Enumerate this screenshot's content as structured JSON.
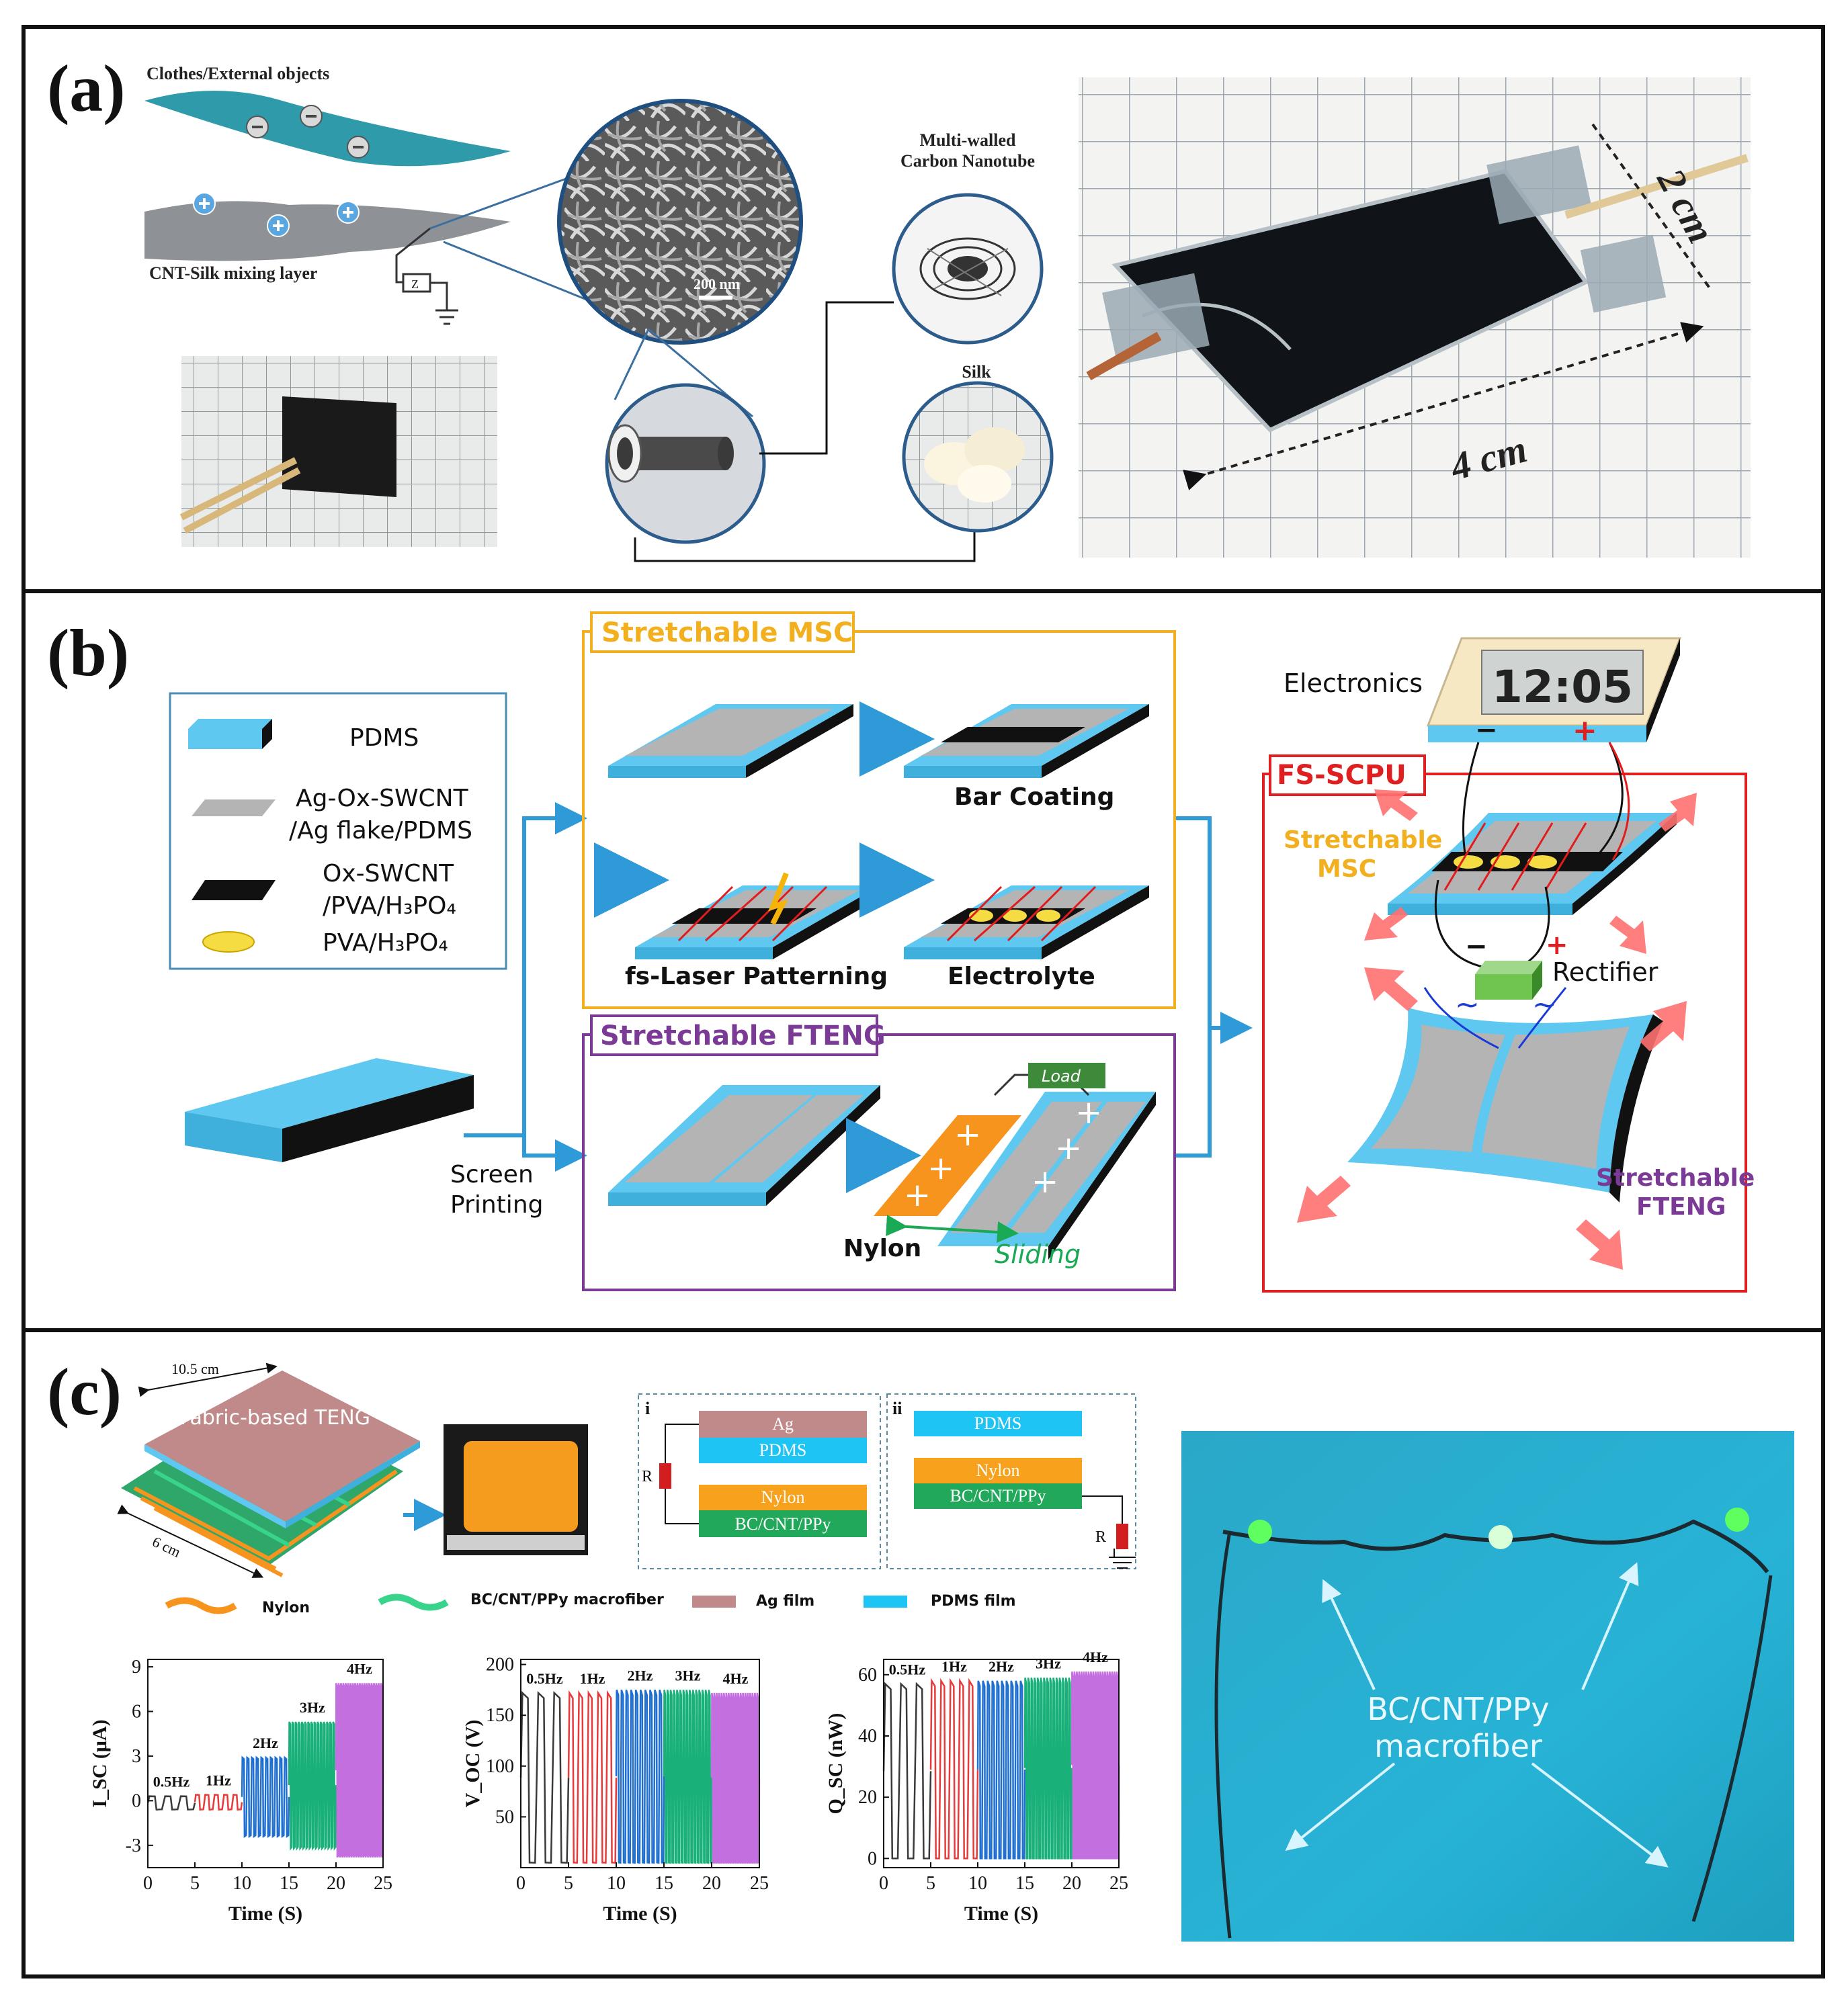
{
  "panels": {
    "a": {
      "label": "(a)",
      "clothes_label": "Clothes/External objects",
      "mixing_label": "CNT-Silk mixing layer",
      "z_label": "Z",
      "scale_bar": "200 nm",
      "mwcnt_label_1": "Multi-walled",
      "mwcnt_label_2": "Carbon Nanotube",
      "silk_label": "Silk",
      "dim_width": "2 cm",
      "dim_length": "4 cm",
      "sign_neg": "−",
      "sign_pos": "+"
    },
    "b": {
      "label": "(b)",
      "legend": {
        "pdms": "PDMS",
        "ag_line1": "Ag-Ox-SWCNT",
        "ag_line2": "/Ag flake/PDMS",
        "ox_line1": "Ox-SWCNT",
        "ox_line2": "/PVA/H₃PO₄",
        "pva": "PVA/H₃PO₄"
      },
      "msc_title": "Stretchable MSC",
      "bar_coating": "Bar Coating",
      "laser": "fs-Laser Patterning",
      "electrolyte": "Electrolyte",
      "fteng_title": "Stretchable FTENG",
      "load": "Load",
      "nylon": "Nylon",
      "sliding": "Sliding",
      "screen_1": "Screen",
      "screen_2": "Printing",
      "electronics": "Electronics",
      "clock": "12:05",
      "fs_scpu": "FS-SCPU",
      "smsc_1": "Stretchable",
      "smsc_2": "MSC",
      "rectifier": "Rectifier",
      "sfteng_1": "Stretchable",
      "sfteng_2": "FTENG",
      "minus": "−",
      "plus": "+",
      "tilde": "~"
    },
    "c": {
      "label": "(c)",
      "width_dim": "10.5 cm",
      "depth_dim": "6 cm",
      "teng_label": "Fabric-based TENG",
      "circuit_i": {
        "tag": "i",
        "layers": [
          "Ag",
          "PDMS",
          "Nylon",
          "BC/CNT/PPy"
        ],
        "r": "R"
      },
      "circuit_ii": {
        "tag": "ii",
        "layers": [
          "PDMS",
          "Nylon",
          "BC/CNT/PPy"
        ],
        "r": "R"
      },
      "legend": [
        "Nylon",
        "BC/CNT/PPy macrofiber",
        "Ag film",
        "PDMS film"
      ],
      "photo_label_1": "BC/CNT/PPy",
      "photo_label_2": "macrofiber"
    }
  },
  "colors": {
    "pdms_blue": "#5ec8f0",
    "gray_film": "#b4b4b4",
    "msc_frame": "#f2b01e",
    "fteng_frame": "#7b3a96",
    "fs_frame": "#e02020",
    "arrow_blue": "#2e9ad8",
    "nylon_orange": "#f7941d",
    "series_0p5hz": "#3a3a3a",
    "series_1hz": "#e83a3a",
    "series_2hz": "#1f6fd1",
    "series_3hz": "#19b07a",
    "series_4hz": "#c46fe0"
  },
  "chart_data": [
    {
      "type": "line",
      "ylabel": "I_SC (μA)",
      "xlabel": "Time (S)",
      "xlim": [
        0,
        25
      ],
      "ylim": [
        -4.5,
        9.5
      ],
      "xticks": [
        0,
        5,
        10,
        15,
        20,
        25
      ],
      "yticks": [
        -3,
        0,
        3,
        6,
        9
      ],
      "series": [
        {
          "name": "0.5Hz",
          "t0": 0,
          "t1": 5,
          "freq": 0.5,
          "max": 0.3,
          "min": -0.6
        },
        {
          "name": "1Hz",
          "t0": 5,
          "t1": 10,
          "freq": 1,
          "max": 0.4,
          "min": -0.6
        },
        {
          "name": "2Hz",
          "t0": 10,
          "t1": 15,
          "freq": 2,
          "max": 2.9,
          "min": -2.4
        },
        {
          "name": "3Hz",
          "t0": 15,
          "t1": 20,
          "freq": 3,
          "max": 5.3,
          "min": -3.2
        },
        {
          "name": "4Hz",
          "t0": 20,
          "t1": 25,
          "freq": 4,
          "max": 7.9,
          "min": -3.8
        }
      ]
    },
    {
      "type": "line",
      "ylabel": "V_OC (V)",
      "xlabel": "Time (S)",
      "xlim": [
        0,
        25
      ],
      "ylim": [
        0,
        205
      ],
      "xticks": [
        0,
        5,
        10,
        15,
        20,
        25
      ],
      "yticks": [
        50,
        100,
        150,
        200
      ],
      "series": [
        {
          "name": "0.5Hz",
          "t0": 0,
          "t1": 5,
          "freq": 0.5,
          "max": 172,
          "min": 5
        },
        {
          "name": "1Hz",
          "t0": 5,
          "t1": 10,
          "freq": 1,
          "max": 172,
          "min": 5
        },
        {
          "name": "2Hz",
          "t0": 10,
          "t1": 15,
          "freq": 2,
          "max": 175,
          "min": 5
        },
        {
          "name": "3Hz",
          "t0": 15,
          "t1": 20,
          "freq": 3,
          "max": 175,
          "min": 5
        },
        {
          "name": "4Hz",
          "t0": 20,
          "t1": 25,
          "freq": 4,
          "max": 172,
          "min": 5
        }
      ]
    },
    {
      "type": "line",
      "ylabel": "Q_SC (nW)",
      "xlabel": "Time (S)",
      "xlim": [
        0,
        25
      ],
      "ylim": [
        -3,
        65
      ],
      "xticks": [
        0,
        5,
        10,
        15,
        20,
        25
      ],
      "yticks": [
        0,
        20,
        40,
        60
      ],
      "series": [
        {
          "name": "0.5Hz",
          "t0": 0,
          "t1": 5,
          "freq": 0.5,
          "max": 57,
          "min": 0
        },
        {
          "name": "1Hz",
          "t0": 5,
          "t1": 10,
          "freq": 1,
          "max": 58,
          "min": 0
        },
        {
          "name": "2Hz",
          "t0": 10,
          "t1": 15,
          "freq": 2,
          "max": 58,
          "min": 0
        },
        {
          "name": "3Hz",
          "t0": 15,
          "t1": 20,
          "freq": 3,
          "max": 59,
          "min": 0
        },
        {
          "name": "4Hz",
          "t0": 20,
          "t1": 25,
          "freq": 4,
          "max": 61,
          "min": 0
        }
      ]
    }
  ]
}
